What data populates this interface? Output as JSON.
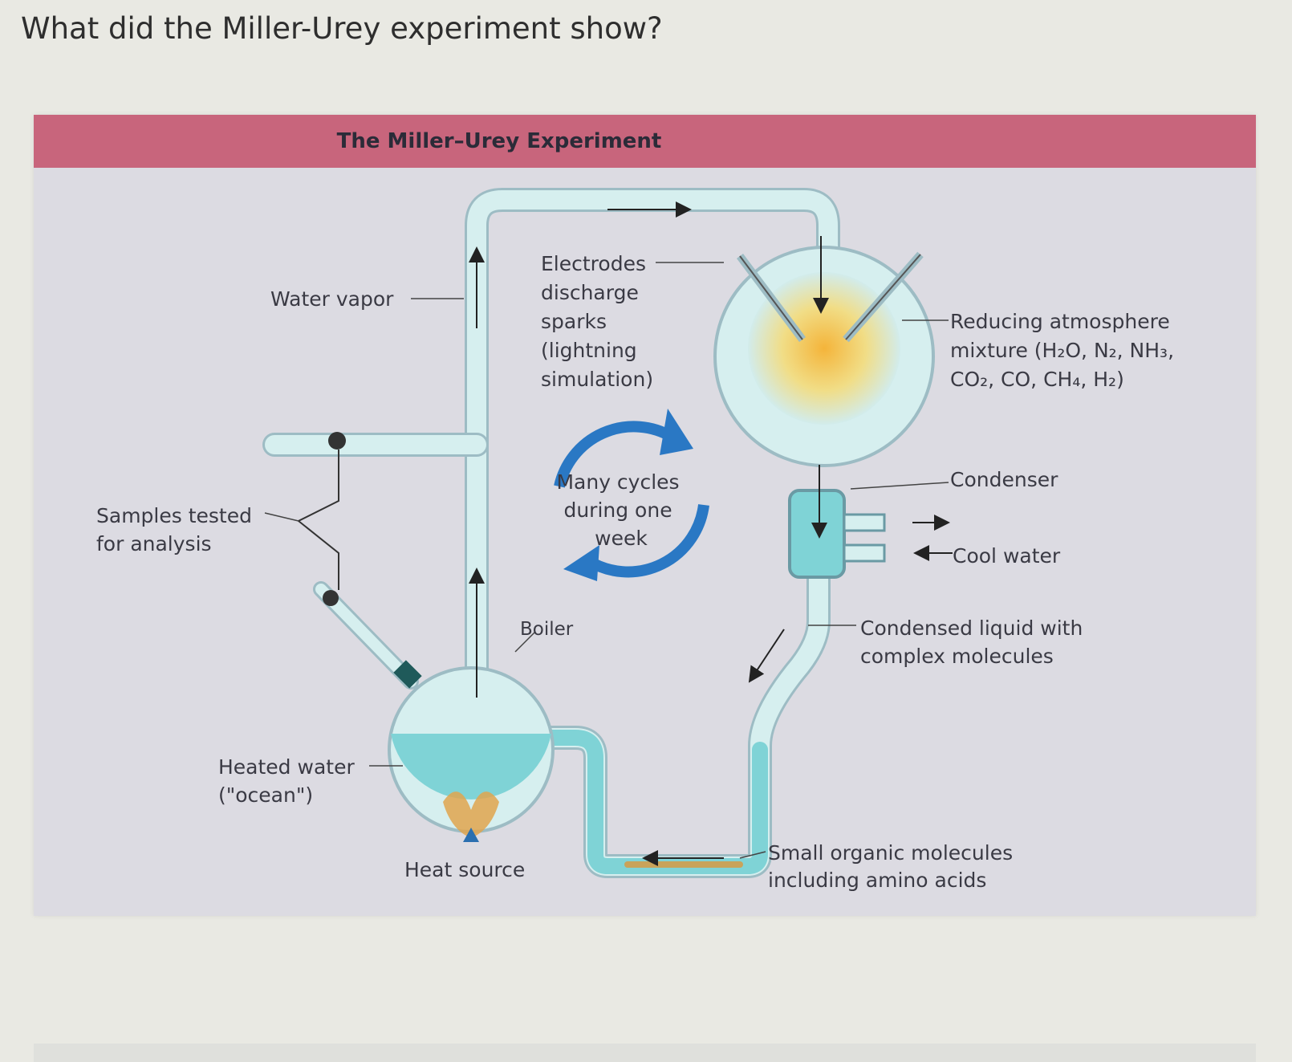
{
  "question": "What did the Miller-Urey experiment show?",
  "figure": {
    "title": "The Miller–Urey Experiment",
    "labels": {
      "water_vapor": "Water vapor",
      "electrodes": [
        "Electrodes",
        "discharge",
        "sparks",
        "(lightning",
        "simulation)"
      ],
      "reducing_atmosphere": [
        "Reducing atmosphere",
        "mixture (H₂O, N₂, NH₃,",
        "CO₂, CO, CH₄, H₂)"
      ],
      "condenser": "Condenser",
      "cool_water": "Cool water",
      "samples": [
        "Samples tested",
        "for analysis"
      ],
      "cycles": [
        "Many cycles",
        "during one",
        "week"
      ],
      "boiler": "Boiler",
      "condensed_liquid": [
        "Condensed liquid with",
        "complex molecules"
      ],
      "heated_water": [
        "Heated water",
        "(\"ocean\")"
      ],
      "heat_source": "Heat source",
      "small_organic": [
        "Small organic molecules",
        "including amino acids"
      ]
    },
    "colors": {
      "header": "#c8657c",
      "panel": "#dcdbe2",
      "glass": "#d6efef",
      "water": "#7fd3d6",
      "cycle_arrow": "#2a78c4",
      "spark_glow": "#f3c34a"
    }
  }
}
